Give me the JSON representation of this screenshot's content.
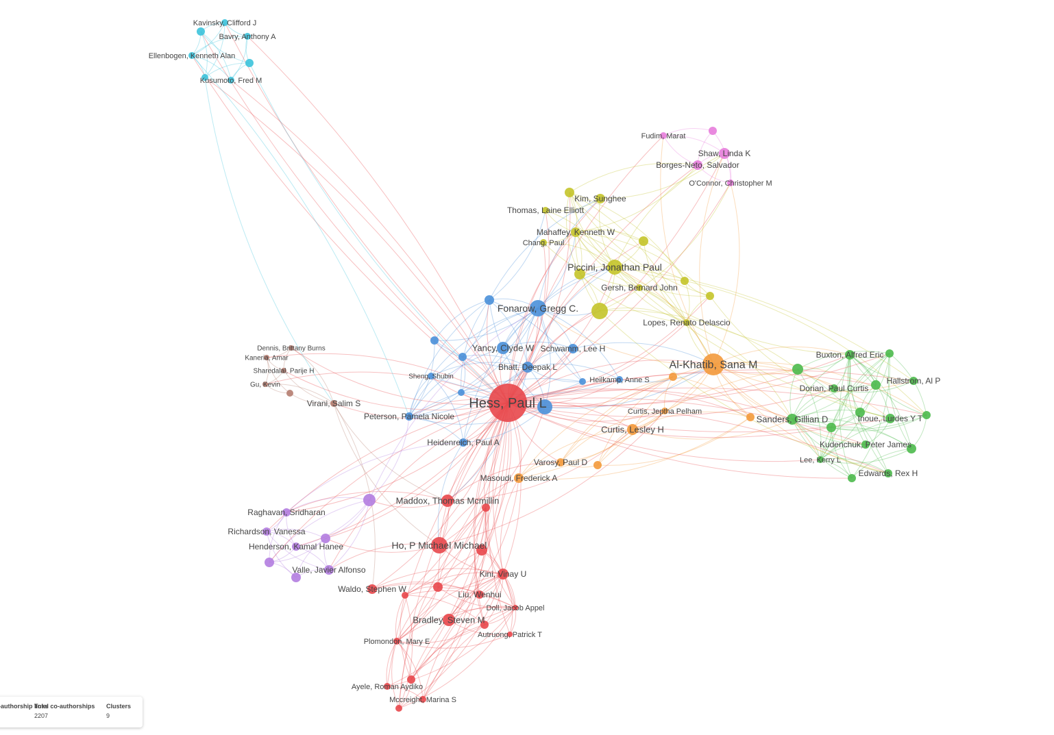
{
  "colors": {
    "red": "#e8474b",
    "blue": "#4a90d9",
    "yellow": "#c4c42a",
    "orange": "#f39a3c",
    "green": "#4cba4c",
    "purple": "#b27de0",
    "cyan": "#3cc3dc",
    "pink": "#e77ddc",
    "brown": "#b57d70"
  },
  "nodes": [
    {
      "id": "hess",
      "label": "Hess, Paul L",
      "c": "red",
      "r": 28,
      "fs": 20
    },
    {
      "id": "maddox",
      "label": "Maddox, Thomas Mcmillin",
      "c": "red",
      "r": 9,
      "fs": 13
    },
    {
      "id": "ho",
      "label": "Ho, P Michael Michael",
      "c": "red",
      "r": 12,
      "fs": 14
    },
    {
      "id": "kini",
      "label": "Kini, Vinay U",
      "c": "red",
      "r": 8,
      "fs": 12
    },
    {
      "id": "liu",
      "label": "Liu, Wenhui",
      "c": "red",
      "r": 6,
      "fs": 12
    },
    {
      "id": "waldo",
      "label": "Waldo, Stephen W",
      "c": "red",
      "r": 7,
      "fs": 12
    },
    {
      "id": "doll",
      "label": "Doll, Jacob Appel",
      "c": "red",
      "r": 4,
      "fs": 11
    },
    {
      "id": "bradley",
      "label": "Bradley, Steven M",
      "c": "red",
      "r": 9,
      "fs": 13
    },
    {
      "id": "autruong",
      "label": "Autruong, Patrick T",
      "c": "red",
      "r": 4,
      "fs": 11
    },
    {
      "id": "plomondon",
      "label": "Plomondon, Mary E",
      "c": "red",
      "r": 5,
      "fs": 11
    },
    {
      "id": "ayele",
      "label": "Ayele, Roman Aydiko",
      "c": "red",
      "r": 5,
      "fs": 11
    },
    {
      "id": "mccreight",
      "label": "Mccreight, Marina S",
      "c": "red",
      "r": 5,
      "fs": 11
    },
    {
      "id": "r_a",
      "label": "",
      "c": "red",
      "r": 6
    },
    {
      "id": "r_b",
      "label": "",
      "c": "red",
      "r": 8
    },
    {
      "id": "r_c",
      "label": "",
      "c": "red",
      "r": 7
    },
    {
      "id": "r_d",
      "label": "",
      "c": "red",
      "r": 5
    },
    {
      "id": "r_e",
      "label": "",
      "c": "red",
      "r": 6
    },
    {
      "id": "r_f",
      "label": "",
      "c": "red",
      "r": 6
    },
    {
      "id": "r_g",
      "label": "",
      "c": "red",
      "r": 5
    },
    {
      "id": "fonarow",
      "label": "Fonarow, Gregg C.",
      "c": "blue",
      "r": 12,
      "fs": 14
    },
    {
      "id": "yancy",
      "label": "Yancy, Clyde W",
      "c": "blue",
      "r": 9,
      "fs": 13
    },
    {
      "id": "schwamm",
      "label": "Schwamm, Lee H",
      "c": "blue",
      "r": 7,
      "fs": 12
    },
    {
      "id": "bhatt",
      "label": "Bhatt, Deepak L",
      "c": "blue",
      "r": 8,
      "fs": 12
    },
    {
      "id": "heilkamp",
      "label": "Heilkamp, Anne S",
      "c": "blue",
      "r": 5,
      "fs": 11
    },
    {
      "id": "sheng",
      "label": "Sheng, Shubin",
      "c": "blue",
      "r": 5,
      "fs": 10
    },
    {
      "id": "peterson",
      "label": "Peterson, Pamela Nicole",
      "c": "blue",
      "r": 6,
      "fs": 12
    },
    {
      "id": "heidenreich",
      "label": "Heidenreich, Paul A",
      "c": "blue",
      "r": 6,
      "fs": 12
    },
    {
      "id": "b_a",
      "label": "",
      "c": "blue",
      "r": 11
    },
    {
      "id": "b_b",
      "label": "",
      "c": "blue",
      "r": 7
    },
    {
      "id": "b_c",
      "label": "",
      "c": "blue",
      "r": 6
    },
    {
      "id": "b_d",
      "label": "",
      "c": "blue",
      "r": 6
    },
    {
      "id": "b_e",
      "label": "",
      "c": "blue",
      "r": 5
    },
    {
      "id": "b_f",
      "label": "",
      "c": "blue",
      "r": 5
    },
    {
      "id": "piccini",
      "label": "Piccini, Jonathan Paul",
      "c": "yellow",
      "r": 11,
      "fs": 14
    },
    {
      "id": "kim",
      "label": "Kim, Sunghee",
      "c": "yellow",
      "r": 7,
      "fs": 12
    },
    {
      "id": "thomas",
      "label": "Thomas, Laine Elliott",
      "c": "yellow",
      "r": 5,
      "fs": 12
    },
    {
      "id": "mahaffey",
      "label": "Mahaffey, Kenneth W",
      "c": "yellow",
      "r": 7,
      "fs": 12
    },
    {
      "id": "chang",
      "label": "Chang, Paul",
      "c": "yellow",
      "r": 5,
      "fs": 11
    },
    {
      "id": "gersh",
      "label": "Gersh, Bernard John",
      "c": "yellow",
      "r": 5,
      "fs": 12
    },
    {
      "id": "lopes",
      "label": "Lopes, Renato Delascio",
      "c": "yellow",
      "r": 5,
      "fs": 12
    },
    {
      "id": "y_a",
      "label": "",
      "c": "yellow",
      "r": 12
    },
    {
      "id": "y_b",
      "label": "",
      "c": "yellow",
      "r": 8
    },
    {
      "id": "y_c",
      "label": "",
      "c": "yellow",
      "r": 7
    },
    {
      "id": "y_d",
      "label": "",
      "c": "yellow",
      "r": 7
    },
    {
      "id": "y_e",
      "label": "",
      "c": "yellow",
      "r": 6
    },
    {
      "id": "y_f",
      "label": "",
      "c": "yellow",
      "r": 6
    },
    {
      "id": "alkhatib",
      "label": "Al-Khatib, Sana M",
      "c": "orange",
      "r": 16,
      "fs": 16
    },
    {
      "id": "curtisjp",
      "label": "Curtis, Jeptha Pelham",
      "c": "orange",
      "r": 5,
      "fs": 11
    },
    {
      "id": "curtislh",
      "label": "Curtis, Lesley H",
      "c": "orange",
      "r": 8,
      "fs": 13
    },
    {
      "id": "varosy",
      "label": "Varosy, Paul D",
      "c": "orange",
      "r": 6,
      "fs": 12
    },
    {
      "id": "masoudi",
      "label": "Masoudi, Frederick A",
      "c": "orange",
      "r": 7,
      "fs": 12
    },
    {
      "id": "o_a",
      "label": "",
      "c": "orange",
      "r": 6
    },
    {
      "id": "o_b",
      "label": "",
      "c": "orange",
      "r": 6
    },
    {
      "id": "o_c",
      "label": "",
      "c": "orange",
      "r": 6
    },
    {
      "id": "buxton",
      "label": "Buxton, Alfred Eric",
      "c": "green",
      "r": 7,
      "fs": 12
    },
    {
      "id": "hallstrom",
      "label": "Hallstrom, Al P",
      "c": "green",
      "r": 6,
      "fs": 12
    },
    {
      "id": "dorian",
      "label": "Dorian, Paul Curtis",
      "c": "green",
      "r": 6,
      "fs": 12
    },
    {
      "id": "sanders",
      "label": "Sanders, Gillian D",
      "c": "green",
      "r": 8,
      "fs": 13
    },
    {
      "id": "inoue",
      "label": "Inoue, Lurdes Y T",
      "c": "green",
      "r": 7,
      "fs": 12
    },
    {
      "id": "kudenchuk",
      "label": "Kudenchuk, Peter James",
      "c": "green",
      "r": 6,
      "fs": 12
    },
    {
      "id": "lee",
      "label": "Lee, Kerry L",
      "c": "green",
      "r": 5,
      "fs": 11
    },
    {
      "id": "edwards",
      "label": "Edwards, Rex H",
      "c": "green",
      "r": 6,
      "fs": 12
    },
    {
      "id": "g_a",
      "label": "",
      "c": "green",
      "r": 8
    },
    {
      "id": "g_b",
      "label": "",
      "c": "green",
      "r": 6
    },
    {
      "id": "g_c",
      "label": "",
      "c": "green",
      "r": 7
    },
    {
      "id": "g_d",
      "label": "",
      "c": "green",
      "r": 7
    },
    {
      "id": "g_e",
      "label": "",
      "c": "green",
      "r": 7
    },
    {
      "id": "g_f",
      "label": "",
      "c": "green",
      "r": 6
    },
    {
      "id": "g_g",
      "label": "",
      "c": "green",
      "r": 7
    },
    {
      "id": "g_h",
      "label": "",
      "c": "green",
      "r": 6
    },
    {
      "id": "raghavan",
      "label": "Raghavan, Sridharan",
      "c": "purple",
      "r": 6,
      "fs": 12
    },
    {
      "id": "richardson",
      "label": "Richardson, Vanessa",
      "c": "purple",
      "r": 6,
      "fs": 12
    },
    {
      "id": "henderson",
      "label": "Henderson, Kamal Hanee",
      "c": "purple",
      "r": 6,
      "fs": 12
    },
    {
      "id": "valle",
      "label": "Valle, Javier Alfonso",
      "c": "purple",
      "r": 7,
      "fs": 12
    },
    {
      "id": "p_a",
      "label": "",
      "c": "purple",
      "r": 9
    },
    {
      "id": "p_b",
      "label": "",
      "c": "purple",
      "r": 7
    },
    {
      "id": "p_c",
      "label": "",
      "c": "purple",
      "r": 7
    },
    {
      "id": "p_d",
      "label": "",
      "c": "purple",
      "r": 7
    },
    {
      "id": "kavinsky",
      "label": "Kavinsky, Clifford J",
      "c": "cyan",
      "r": 5,
      "fs": 11
    },
    {
      "id": "bavry",
      "label": "Bavry, Anthony A",
      "c": "cyan",
      "r": 5,
      "fs": 11
    },
    {
      "id": "ellenbogen",
      "label": "Ellenbogen, Kenneth Alan",
      "c": "cyan",
      "r": 5,
      "fs": 11
    },
    {
      "id": "kusumoto",
      "label": "Kusumoto, Fred M",
      "c": "cyan",
      "r": 5,
      "fs": 11
    },
    {
      "id": "c_a",
      "label": "",
      "c": "cyan",
      "r": 6
    },
    {
      "id": "c_b",
      "label": "",
      "c": "cyan",
      "r": 6
    },
    {
      "id": "c_c",
      "label": "",
      "c": "cyan",
      "r": 5
    },
    {
      "id": "fudim",
      "label": "Fudim, Marat",
      "c": "pink",
      "r": 5,
      "fs": 11
    },
    {
      "id": "shaw",
      "label": "Shaw, Linda K",
      "c": "pink",
      "r": 8,
      "fs": 12
    },
    {
      "id": "borges",
      "label": "Borges-Neto, Salvador",
      "c": "pink",
      "r": 7,
      "fs": 12
    },
    {
      "id": "oconnor",
      "label": "O'Connor, Christopher M",
      "c": "pink",
      "r": 5,
      "fs": 11
    },
    {
      "id": "k_a",
      "label": "",
      "c": "pink",
      "r": 6
    },
    {
      "id": "dennis",
      "label": "Dennis, Brittany Burns",
      "c": "brown",
      "r": 4,
      "fs": 10
    },
    {
      "id": "kaneria",
      "label": "Kaneria, Amar",
      "c": "brown",
      "r": 4,
      "fs": 10
    },
    {
      "id": "sharedalal",
      "label": "Sharedalal, Parije H",
      "c": "brown",
      "r": 4,
      "fs": 10
    },
    {
      "id": "gu",
      "label": "Gu, Kevin",
      "c": "brown",
      "r": 4,
      "fs": 10
    },
    {
      "id": "virani",
      "label": "Virani, Salim S",
      "c": "brown",
      "r": 5,
      "fs": 12
    },
    {
      "id": "w_a",
      "label": "",
      "c": "brown",
      "r": 5
    }
  ],
  "stats": {
    "links_label": "Co-authorship links",
    "links_value": "",
    "total_label": "Total co-authorships",
    "total_value": "2207",
    "clusters_label": "Clusters",
    "clusters_value": "9"
  }
}
